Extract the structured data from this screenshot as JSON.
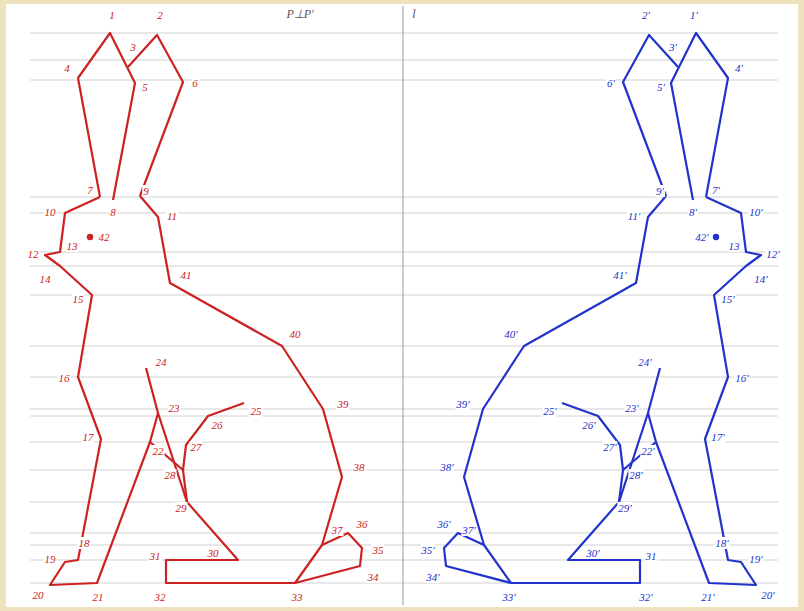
{
  "diagram": {
    "labels": [
      "P⊥P'",
      "l",
      "1",
      "2",
      "3",
      "4",
      "5",
      "6",
      "7",
      "8",
      "9",
      "10",
      "11",
      "12",
      "13",
      "14",
      "15",
      "16",
      "17",
      "18",
      "19",
      "20",
      "21",
      "22",
      "23",
      "24",
      "25",
      "26",
      "27",
      "28",
      "29",
      "30",
      "31",
      "32",
      "33",
      "34",
      "35",
      "36",
      "37",
      "38",
      "39",
      "40",
      "41",
      "42",
      "1'",
      "2'",
      "3'",
      "4'",
      "5'",
      "6'",
      "7'",
      "8'",
      "9'",
      "10'",
      "11'",
      "12'",
      "13",
      "14'",
      "15'",
      "16'",
      "17'",
      "18'",
      "19'",
      "20'",
      "21'",
      "22'",
      "23'",
      "24'",
      "25'",
      "26'",
      "27'",
      "28'",
      "29'",
      "30'",
      "31",
      "32'",
      "33'",
      "34'",
      "35'",
      "36'",
      "37'",
      "38'",
      "39'",
      "40'",
      "41'",
      "42'"
    ]
  }
}
